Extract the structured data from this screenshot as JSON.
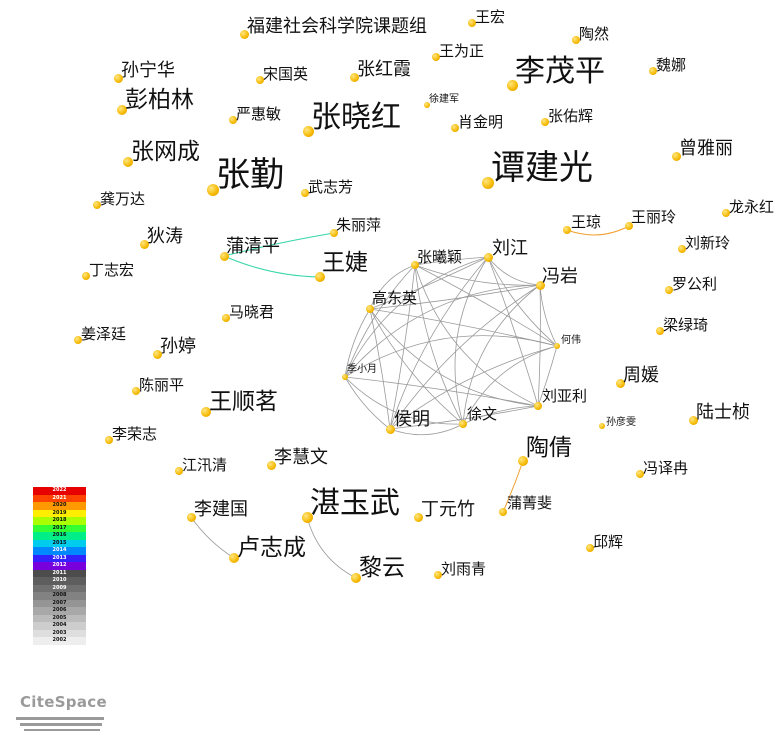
{
  "network": {
    "nodes": [
      {
        "id": "福建社会科学院课题组",
        "label": "福建社会科学院课题组",
        "size": "s"
      },
      {
        "id": "王宏",
        "label": "王宏",
        "size": "xs"
      },
      {
        "id": "陶然",
        "label": "陶然",
        "size": "xs"
      },
      {
        "id": "王为正",
        "label": "王为正",
        "size": "xs"
      },
      {
        "id": "孙宁华",
        "label": "孙宁华",
        "size": "s"
      },
      {
        "id": "宋国英",
        "label": "宋国英",
        "size": "xs"
      },
      {
        "id": "张红霞",
        "label": "张红霞",
        "size": "s"
      },
      {
        "id": "李茂平",
        "label": "李茂平",
        "size": "l"
      },
      {
        "id": "魏娜",
        "label": "魏娜",
        "size": "xs"
      },
      {
        "id": "彭柏林",
        "label": "彭柏林",
        "size": "m"
      },
      {
        "id": "严惠敏",
        "label": "严惠敏",
        "size": "xs"
      },
      {
        "id": "张晓红",
        "label": "张晓红",
        "size": "l"
      },
      {
        "id": "徐建军",
        "label": "徐建军",
        "size": "xxs"
      },
      {
        "id": "肖金明",
        "label": "肖金明",
        "size": "xs"
      },
      {
        "id": "张佑辉",
        "label": "张佑辉",
        "size": "xs"
      },
      {
        "id": "张网成",
        "label": "张网成",
        "size": "m"
      },
      {
        "id": "曾雅丽",
        "label": "曾雅丽",
        "size": "s"
      },
      {
        "id": "张勤",
        "label": "张勤",
        "size": "xl"
      },
      {
        "id": "谭建光",
        "label": "谭建光",
        "size": "xl"
      },
      {
        "id": "武志芳",
        "label": "武志芳",
        "size": "xs"
      },
      {
        "id": "龚万达",
        "label": "龚万达",
        "size": "xs"
      },
      {
        "id": "龙永红",
        "label": "龙永红",
        "size": "xs"
      },
      {
        "id": "朱丽萍",
        "label": "朱丽萍",
        "size": "xs"
      },
      {
        "id": "王琼",
        "label": "王琼",
        "size": "xs"
      },
      {
        "id": "王丽玲",
        "label": "王丽玲",
        "size": "xs"
      },
      {
        "id": "狄涛",
        "label": "狄涛",
        "size": "s"
      },
      {
        "id": "蒲清平",
        "label": "蒲清平",
        "size": "s"
      },
      {
        "id": "刘新玲",
        "label": "刘新玲",
        "size": "xs"
      },
      {
        "id": "张曦颖",
        "label": "张曦颖",
        "size": "xs"
      },
      {
        "id": "刘江",
        "label": "刘江",
        "size": "s"
      },
      {
        "id": "丁志宏",
        "label": "丁志宏",
        "size": "xs"
      },
      {
        "id": "王婕",
        "label": "王婕",
        "size": "m"
      },
      {
        "id": "冯岩",
        "label": "冯岩",
        "size": "s"
      },
      {
        "id": "罗公利",
        "label": "罗公利",
        "size": "xs"
      },
      {
        "id": "高东英",
        "label": "高东英",
        "size": "xs"
      },
      {
        "id": "马晓君",
        "label": "马晓君",
        "size": "xs"
      },
      {
        "id": "梁绿琦",
        "label": "梁绿琦",
        "size": "xs"
      },
      {
        "id": "姜泽廷",
        "label": "姜泽廷",
        "size": "xs"
      },
      {
        "id": "孙婷",
        "label": "孙婷",
        "size": "s"
      },
      {
        "id": "何伟",
        "label": "何伟",
        "size": "xxs"
      },
      {
        "id": "季小月",
        "label": "季小月",
        "size": "xxs"
      },
      {
        "id": "周媛",
        "label": "周媛",
        "size": "s"
      },
      {
        "id": "陈丽平",
        "label": "陈丽平",
        "size": "xs"
      },
      {
        "id": "王顺茗",
        "label": "王顺茗",
        "size": "m"
      },
      {
        "id": "刘亚利",
        "label": "刘亚利",
        "size": "xs"
      },
      {
        "id": "陆士桢",
        "label": "陆士桢",
        "size": "s"
      },
      {
        "id": "侯明",
        "label": "侯明",
        "size": "s"
      },
      {
        "id": "徐文",
        "label": "徐文",
        "size": "xs"
      },
      {
        "id": "孙彦雯",
        "label": "孙彦雯",
        "size": "xxs"
      },
      {
        "id": "李荣志",
        "label": "李荣志",
        "size": "xs"
      },
      {
        "id": "陶倩",
        "label": "陶倩",
        "size": "m"
      },
      {
        "id": "江汛清",
        "label": "江汛清",
        "size": "xs"
      },
      {
        "id": "李慧文",
        "label": "李慧文",
        "size": "s"
      },
      {
        "id": "冯译冉",
        "label": "冯译冉",
        "size": "xs"
      },
      {
        "id": "李建国",
        "label": "李建国",
        "size": "s"
      },
      {
        "id": "湛玉武",
        "label": "湛玉武",
        "size": "l"
      },
      {
        "id": "丁元竹",
        "label": "丁元竹",
        "size": "s"
      },
      {
        "id": "蒲菁斐",
        "label": "蒲菁斐",
        "size": "xs"
      },
      {
        "id": "邱辉",
        "label": "邱辉",
        "size": "xs"
      },
      {
        "id": "卢志成",
        "label": "卢志成",
        "size": "m"
      },
      {
        "id": "黎云",
        "label": "黎云",
        "size": "m"
      },
      {
        "id": "刘雨青",
        "label": "刘雨青",
        "size": "xs"
      }
    ],
    "links": [
      {
        "source": "蒲清平",
        "target": "朱丽萍",
        "color": "#33d6a8"
      },
      {
        "source": "蒲清平",
        "target": "王婕",
        "color": "#33d6a8"
      },
      {
        "source": "王琼",
        "target": "王丽玲",
        "color": "#f0a030"
      },
      {
        "source": "陶倩",
        "target": "蒲菁斐",
        "color": "#f0a030"
      },
      {
        "source": "李建国",
        "target": "卢志成",
        "color": "#9a9a9a"
      },
      {
        "source": "湛玉武",
        "target": "黎云",
        "color": "#9a9a9a"
      },
      {
        "source": "张曦颖",
        "target": "刘江",
        "color": "#9a9a9a"
      },
      {
        "source": "张曦颖",
        "target": "冯岩",
        "color": "#9a9a9a"
      },
      {
        "source": "张曦颖",
        "target": "高东英",
        "color": "#9a9a9a"
      },
      {
        "source": "张曦颖",
        "target": "何伟",
        "color": "#9a9a9a"
      },
      {
        "source": "张曦颖",
        "target": "季小月",
        "color": "#9a9a9a"
      },
      {
        "source": "张曦颖",
        "target": "刘亚利",
        "color": "#9a9a9a"
      },
      {
        "source": "张曦颖",
        "target": "侯明",
        "color": "#9a9a9a"
      },
      {
        "source": "张曦颖",
        "target": "徐文",
        "color": "#9a9a9a"
      },
      {
        "source": "刘江",
        "target": "冯岩",
        "color": "#9a9a9a"
      },
      {
        "source": "刘江",
        "target": "高东英",
        "color": "#9a9a9a"
      },
      {
        "source": "刘江",
        "target": "何伟",
        "color": "#9a9a9a"
      },
      {
        "source": "刘江",
        "target": "季小月",
        "color": "#9a9a9a"
      },
      {
        "source": "刘江",
        "target": "刘亚利",
        "color": "#9a9a9a"
      },
      {
        "source": "刘江",
        "target": "侯明",
        "color": "#9a9a9a"
      },
      {
        "source": "刘江",
        "target": "徐文",
        "color": "#9a9a9a"
      },
      {
        "source": "冯岩",
        "target": "高东英",
        "color": "#9a9a9a"
      },
      {
        "source": "冯岩",
        "target": "何伟",
        "color": "#9a9a9a"
      },
      {
        "source": "冯岩",
        "target": "季小月",
        "color": "#9a9a9a"
      },
      {
        "source": "冯岩",
        "target": "刘亚利",
        "color": "#9a9a9a"
      },
      {
        "source": "冯岩",
        "target": "侯明",
        "color": "#9a9a9a"
      },
      {
        "source": "冯岩",
        "target": "徐文",
        "color": "#9a9a9a"
      },
      {
        "source": "高东英",
        "target": "何伟",
        "color": "#9a9a9a"
      },
      {
        "source": "高东英",
        "target": "季小月",
        "color": "#9a9a9a"
      },
      {
        "source": "高东英",
        "target": "刘亚利",
        "color": "#9a9a9a"
      },
      {
        "source": "高东英",
        "target": "侯明",
        "color": "#9a9a9a"
      },
      {
        "source": "高东英",
        "target": "徐文",
        "color": "#9a9a9a"
      },
      {
        "source": "何伟",
        "target": "季小月",
        "color": "#9a9a9a"
      },
      {
        "source": "何伟",
        "target": "刘亚利",
        "color": "#9a9a9a"
      },
      {
        "source": "何伟",
        "target": "侯明",
        "color": "#9a9a9a"
      },
      {
        "source": "何伟",
        "target": "徐文",
        "color": "#9a9a9a"
      },
      {
        "source": "季小月",
        "target": "刘亚利",
        "color": "#9a9a9a"
      },
      {
        "source": "季小月",
        "target": "侯明",
        "color": "#9a9a9a"
      },
      {
        "source": "季小月",
        "target": "徐文",
        "color": "#9a9a9a"
      },
      {
        "source": "刘亚利",
        "target": "侯明",
        "color": "#9a9a9a"
      },
      {
        "source": "刘亚利",
        "target": "徐文",
        "color": "#9a9a9a"
      },
      {
        "source": "侯明",
        "target": "徐文",
        "color": "#9a9a9a"
      }
    ]
  },
  "legend": {
    "years": [
      {
        "year": "2022",
        "color": "#e60000"
      },
      {
        "year": "2021",
        "color": "#ff4400"
      },
      {
        "year": "2020",
        "color": "#ff9900"
      },
      {
        "year": "2019",
        "color": "#ffee00"
      },
      {
        "year": "2018",
        "color": "#aaff00"
      },
      {
        "year": "2017",
        "color": "#33ff33"
      },
      {
        "year": "2016",
        "color": "#00ee88"
      },
      {
        "year": "2015",
        "color": "#00ccee"
      },
      {
        "year": "2014",
        "color": "#0088ff"
      },
      {
        "year": "2013",
        "color": "#3322ff"
      },
      {
        "year": "2012",
        "color": "#7700dd"
      },
      {
        "year": "2011",
        "color": "#4c4c4c"
      },
      {
        "year": "2010",
        "color": "#5e5e5e"
      },
      {
        "year": "2009",
        "color": "#707070"
      },
      {
        "year": "2008",
        "color": "#828282"
      },
      {
        "year": "2007",
        "color": "#959595"
      },
      {
        "year": "2006",
        "color": "#a8a8a8"
      },
      {
        "year": "2005",
        "color": "#bbbbbb"
      },
      {
        "year": "2004",
        "color": "#cdcdcd"
      },
      {
        "year": "2003",
        "color": "#dedede"
      },
      {
        "year": "2002",
        "color": "#eeeeee"
      }
    ]
  },
  "logo": {
    "text": "CiteSpace"
  },
  "colors": {
    "node": "#f5b800",
    "background": "#ffffff"
  }
}
